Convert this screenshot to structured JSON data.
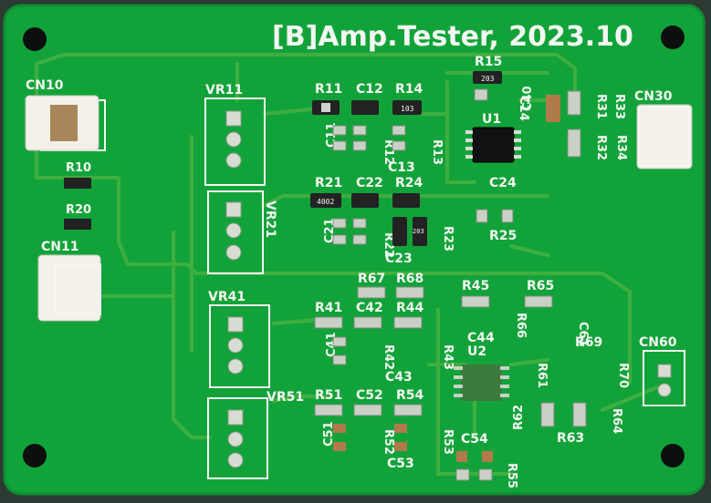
{
  "board": {
    "title": "[B]Amp.Tester, 2023.10",
    "colors": {
      "pcb": "#11a33a",
      "pcb_dark": "#0d8f31",
      "trace": "#3fae3f",
      "silkscreen": "#f4f7f2",
      "hole": "#0b0f0d",
      "pad": "#c9d0c6",
      "background": "#2d3a34"
    }
  },
  "labels": {
    "cn10": "CN10",
    "cn11": "CN11",
    "cn30": "CN30",
    "cn60": "CN60",
    "vr11": "VR11",
    "vr21": "VR21",
    "vr41": "VR41",
    "vr51": "VR51",
    "u1": "U1",
    "u2": "U2",
    "r10": "R10",
    "r20": "R20",
    "r11": "R11",
    "c12": "C12",
    "r14": "R14",
    "r15": "R15",
    "c14": "C14",
    "c40": "C40",
    "c11": "C11",
    "r12": "R12",
    "r13": "R13",
    "c13": "C13",
    "r31": "R31",
    "r33": "R33",
    "r32": "R32",
    "r34": "R34",
    "r21": "R21",
    "c22": "C22",
    "r24": "R24",
    "c24": "C24",
    "c21": "C21",
    "r22": "R22",
    "r23": "R23",
    "c23": "C23",
    "r25": "R25",
    "r67": "R67",
    "r68": "R68",
    "r45": "R45",
    "r65": "R65",
    "r41": "R41",
    "c42": "C42",
    "r44": "R44",
    "r66": "R66",
    "c61": "C61",
    "c44": "C44",
    "r69": "R69",
    "c41": "C41",
    "r42": "R42",
    "r43": "R43",
    "c43": "C43",
    "r61": "R61",
    "r70": "R70",
    "r51": "R51",
    "c52": "C52",
    "r54": "R54",
    "r62": "R62",
    "r64": "R64",
    "r63": "R63",
    "c51": "C51",
    "r52": "R52",
    "r53": "R53",
    "c53": "C53",
    "c54": "C54",
    "r55": "R55"
  },
  "markings": {
    "r15": "203",
    "r14": "103",
    "r21": "4002",
    "r23": "203"
  }
}
